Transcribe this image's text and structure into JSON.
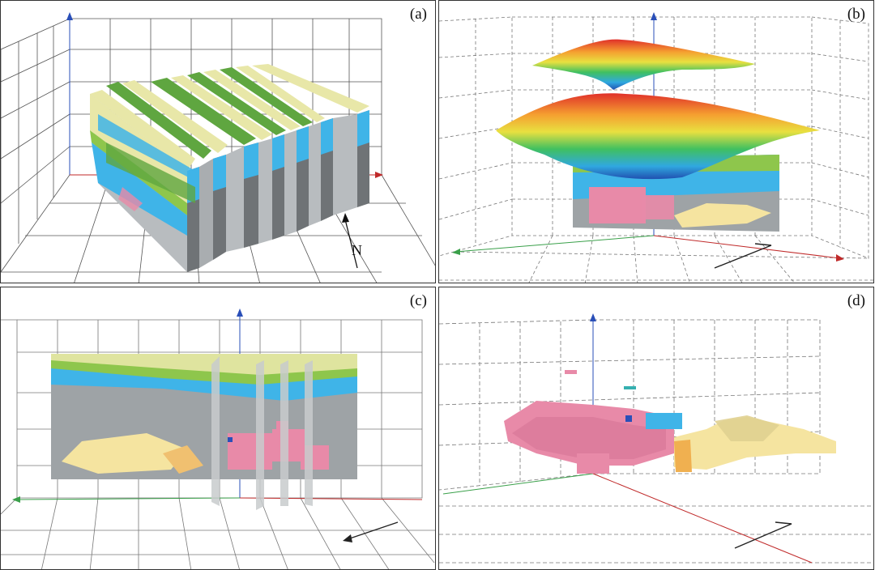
{
  "panels": [
    {
      "label": "(a)",
      "north_label": "N"
    },
    {
      "label": "(b)"
    },
    {
      "label": "(c)"
    },
    {
      "label": "(d)"
    }
  ],
  "colors": {
    "topsoil": "#e8e7a8",
    "green_layer": "#8ec64c",
    "aquifer": "#3fb4e8",
    "bedrock": "#9ea3a6",
    "ore_pink": "#e88aa8",
    "ore_yellow": "#f5e4a0",
    "axis_z": "#2a4fb8",
    "axis_x": "#c02a2a",
    "axis_y": "#3aa04a"
  }
}
